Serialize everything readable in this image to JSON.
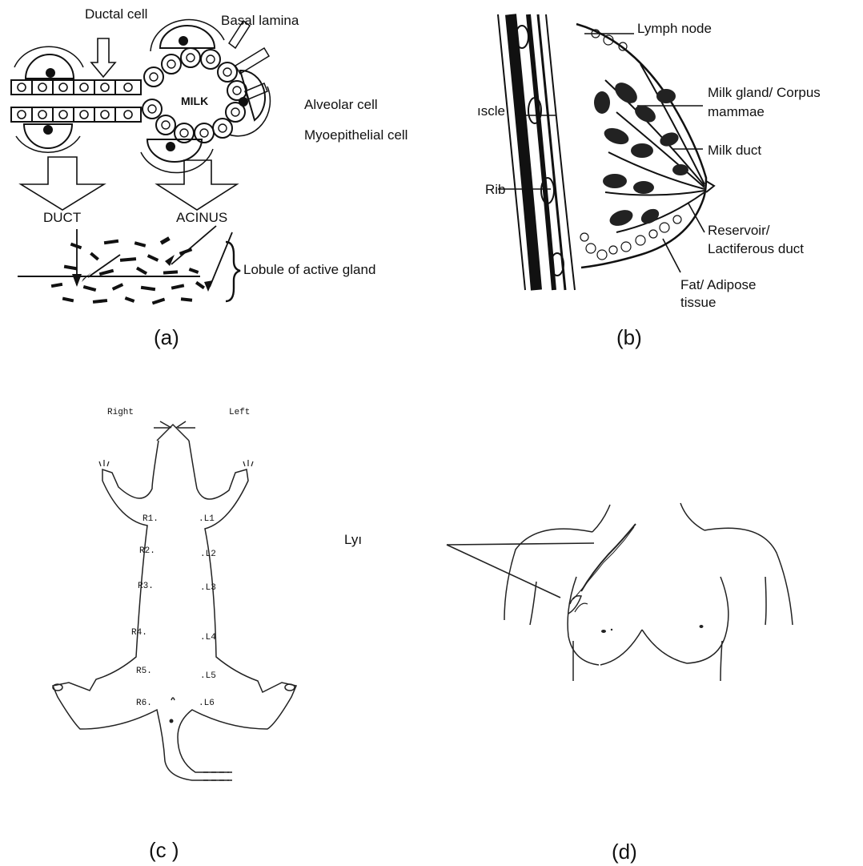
{
  "panel_a": {
    "caption": "(a)",
    "labels": {
      "ductal_cell": "Ductal cell",
      "basal_lamina": "Basal lamina",
      "milk": "MILK",
      "alveolar_cell": "Alveolar cell",
      "myoepithelial_cell": "Myoepithelial cell",
      "duct": "DUCT",
      "acinus": "ACINUS",
      "lobule": "Lobule of active gland"
    }
  },
  "panel_b": {
    "caption": "(b)",
    "labels": {
      "lymph_node": "Lymph node",
      "milk_gland_line1": "Milk gland/ Corpus",
      "milk_gland_line2": "mammae",
      "muscle_partial": "ıscle",
      "milk_duct": "Milk duct",
      "rib": "Rib",
      "reservoir_line1": "Reservoir/",
      "reservoir_line2": "Lactiferous duct",
      "fat_line1": "Fat/ Adipose",
      "fat_line2": "tissue"
    }
  },
  "panel_c": {
    "caption": "(c )",
    "labels": {
      "right": "Right",
      "left": "Left",
      "r1": "R1.",
      "r2": "R2.",
      "r3": "R3.",
      "r4": "R4.",
      "r5": "R5.",
      "r6": "R6.",
      "l1": ".L1",
      "l2": ".L2",
      "l3": ".L3",
      "l4": ".L4",
      "l5": ".L5",
      "l6": ".L6"
    }
  },
  "panel_d": {
    "caption": "(d)",
    "labels": {
      "lymph_partial": "Lyı"
    }
  }
}
